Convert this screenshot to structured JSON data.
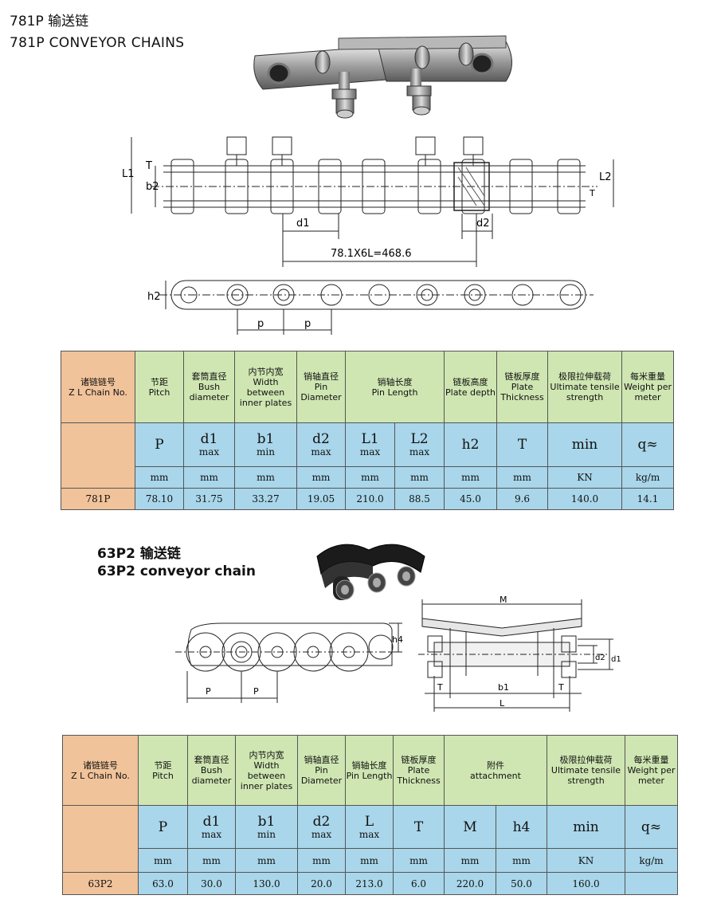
{
  "section1": {
    "title_zh": "781P 输送链",
    "title_en": "781P CONVEYOR CHAINS",
    "diagram": {
      "L1": "L1",
      "b2": "b2",
      "T": "T",
      "L2": "L2",
      "T2": "T",
      "d1": "d1",
      "d2": "d2",
      "span": "78.1X6L=468.6",
      "h2": "h2",
      "p1": "p",
      "p2": "p"
    },
    "table": {
      "headers": [
        {
          "zh": "诸链链号",
          "en": "Z L Chain No."
        },
        {
          "zh": "节距",
          "en": "Pitch"
        },
        {
          "zh": "套筒直径",
          "en": "Bush diameter"
        },
        {
          "zh": "内节内宽",
          "en": "Width between inner plates"
        },
        {
          "zh": "销轴直径",
          "en": "Pin Diameter"
        },
        {
          "zh": "销轴长度",
          "en": "Pin Length"
        },
        {
          "zh": "链板高度",
          "en": "Plate depth"
        },
        {
          "zh": "链板厚度",
          "en": "Plate Thickness"
        },
        {
          "zh": "极限拉伸载荷",
          "en": "Ultimate tensile strength"
        },
        {
          "zh": "每米重量",
          "en": "Weight per meter"
        }
      ],
      "symbols": [
        {
          "s": "P",
          "sub": ""
        },
        {
          "s": "d1",
          "sub": "max"
        },
        {
          "s": "b1",
          "sub": "min"
        },
        {
          "s": "d2",
          "sub": "max"
        },
        {
          "s": "L1",
          "sub": "max"
        },
        {
          "s": "L2",
          "sub": "max"
        },
        {
          "s": "h2",
          "sub": ""
        },
        {
          "s": "T",
          "sub": ""
        },
        {
          "s": "min",
          "sub": ""
        },
        {
          "s": "q≈",
          "sub": ""
        }
      ],
      "units": [
        "mm",
        "mm",
        "mm",
        "mm",
        "mm",
        "mm",
        "mm",
        "mm",
        "KN",
        "kg/m"
      ],
      "row": {
        "name": "781P",
        "values": [
          "78.10",
          "31.75",
          "33.27",
          "19.05",
          "210.0",
          "88.5",
          "45.0",
          "9.6",
          "140.0",
          "14.1"
        ]
      }
    }
  },
  "section2": {
    "title_zh": "63P2 输送链",
    "title_en": "63P2 conveyor chain",
    "diagram": {
      "h4": "h4",
      "p1": "P",
      "p2": "P",
      "M": "M",
      "d2": "d2",
      "d1": "d1",
      "T1": "T",
      "b1": "b1",
      "T2": "T",
      "L": "L"
    },
    "table": {
      "headers": [
        {
          "zh": "诸链链号",
          "en": "Z L Chain No."
        },
        {
          "zh": "节距",
          "en": "Pitch"
        },
        {
          "zh": "套筒直径",
          "en": "Bush diameter"
        },
        {
          "zh": "内节内宽",
          "en": "Width between inner plates"
        },
        {
          "zh": "销轴直径",
          "en": "Pin Diameter"
        },
        {
          "zh": "销轴长度",
          "en": "Pin Length"
        },
        {
          "zh": "链板厚度",
          "en": "Plate Thickness"
        },
        {
          "zh": "附件",
          "en": "attachment"
        },
        {
          "zh": "极限拉伸载荷",
          "en": "Ultimate tensile strength"
        },
        {
          "zh": "每米重量",
          "en": "Weight per meter"
        }
      ],
      "symbols": [
        {
          "s": "P",
          "sub": ""
        },
        {
          "s": "d1",
          "sub": "max"
        },
        {
          "s": "b1",
          "sub": "min"
        },
        {
          "s": "d2",
          "sub": "max"
        },
        {
          "s": "L",
          "sub": "max"
        },
        {
          "s": "T",
          "sub": ""
        },
        {
          "s": "M",
          "sub": ""
        },
        {
          "s": "h4",
          "sub": ""
        },
        {
          "s": "min",
          "sub": ""
        },
        {
          "s": "q≈",
          "sub": ""
        }
      ],
      "units": [
        "mm",
        "mm",
        "mm",
        "mm",
        "mm",
        "mm",
        "mm",
        "mm",
        "KN",
        "kg/m"
      ],
      "row": {
        "name": "63P2",
        "values": [
          "63.0",
          "30.0",
          "130.0",
          "20.0",
          "213.0",
          "6.0",
          "220.0",
          "50.0",
          "160.0"
        ]
      }
    }
  }
}
